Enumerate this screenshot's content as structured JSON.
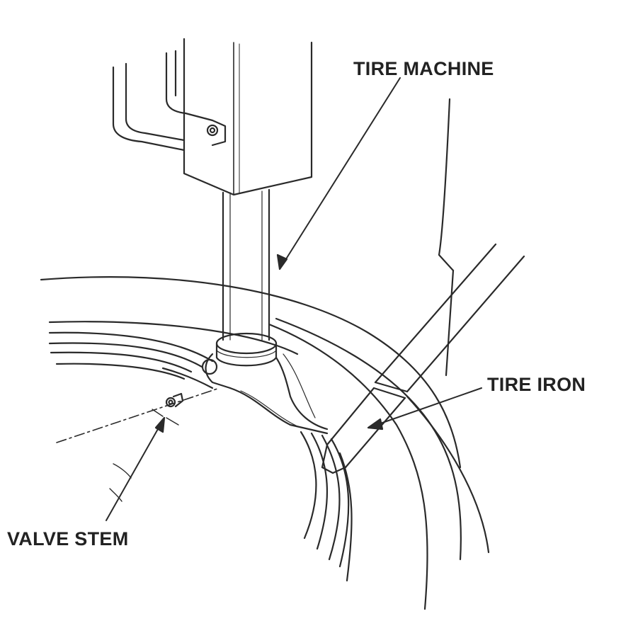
{
  "labels": {
    "tire_machine": "TIRE MACHINE",
    "tire_iron": "TIRE IRON",
    "valve_stem": "VALVE STEM"
  },
  "colors": {
    "line": "#2a2a2a",
    "background": "#ffffff"
  }
}
